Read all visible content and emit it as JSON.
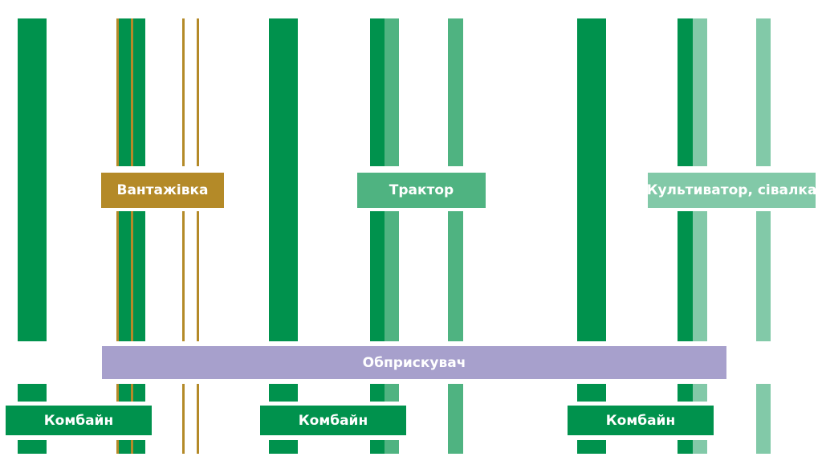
{
  "colors": {
    "combine": "#00924d",
    "tractor": "#4fb381",
    "cultivator": "#82c9a8",
    "truck": "#b48a28",
    "sprayer": "#a7a0cc"
  },
  "labels": {
    "truck": "Вантажівка",
    "tractor": "Трактор",
    "cultivator": "Культиватор, сівалка",
    "sprayer": "Обприскувач",
    "combine_1": "Комбайн",
    "combine_2": "Комбайн",
    "combine_3": "Комбайн"
  }
}
